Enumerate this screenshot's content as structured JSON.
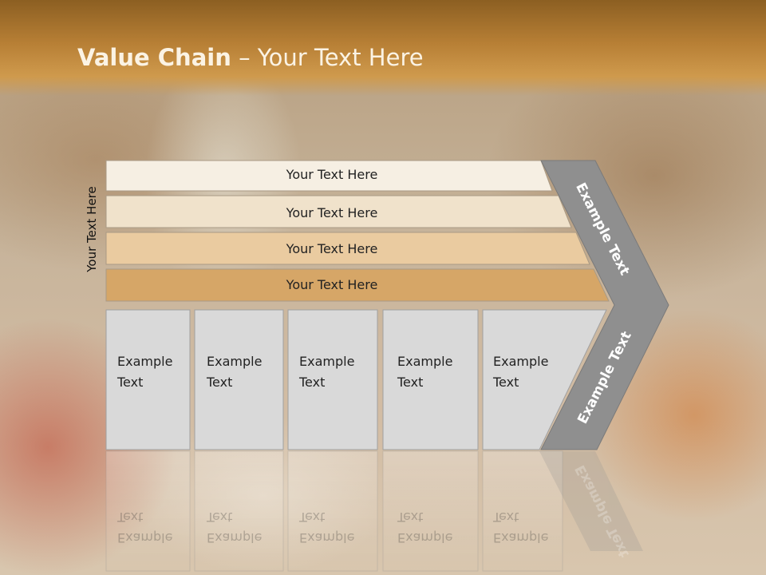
{
  "slide": {
    "title_bold": "Value Chain",
    "title_rest": " – Your Text Here",
    "side_label": "Your Text Here",
    "rows": [
      {
        "label": "Your Text Here"
      },
      {
        "label": "Your Text Here"
      },
      {
        "label": "Your Text Here"
      },
      {
        "label": "Your Text Here"
      }
    ],
    "columns": [
      {
        "label": "Example\nText"
      },
      {
        "label": "Example\nText"
      },
      {
        "label": "Example\nText"
      },
      {
        "label": "Example\nText"
      },
      {
        "label": "Example\nText"
      }
    ],
    "chevron_top_label": "Example Text",
    "chevron_bottom_label": "Example Text"
  },
  "colors": {
    "row_fills": [
      "#f6efe3",
      "#f0e2cb",
      "#eacba0",
      "#d6a667"
    ],
    "column_fill": "#d9d9d9",
    "chevron_fill": "#8f8f8f",
    "banner": "#b77f35"
  }
}
